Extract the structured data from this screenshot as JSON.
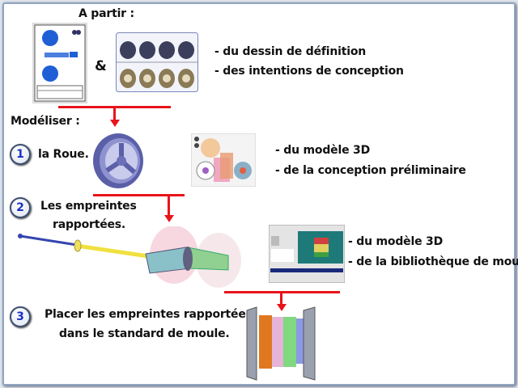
{
  "header": {
    "title": "A partir :",
    "ampersand": "&"
  },
  "sources": [
    "- du dessin de définition",
    "- des intentions de conception"
  ],
  "section": {
    "title": "Modéliser :"
  },
  "steps": [
    {
      "number": "1",
      "label_lines": [
        "la Roue."
      ],
      "bullets": [
        "- du modèle 3D",
        "- de la conception préliminaire"
      ]
    },
    {
      "number": "2",
      "label_lines": [
        "Les empreintes",
        "rapportées."
      ],
      "bullets": [
        "- du modèle 3D",
        "- de la bibliothèque de moule"
      ]
    },
    {
      "number": "3",
      "label_lines": [
        "Placer les empreintes rapportées",
        "dans le standard de moule."
      ]
    }
  ],
  "colors": {
    "arrow": "#e8141a",
    "number": "#1a2fc8",
    "frame": "#8fa6c2"
  }
}
